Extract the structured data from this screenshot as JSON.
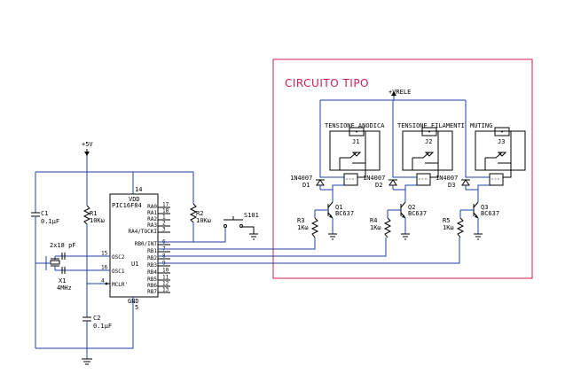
{
  "title": "CIRCUITO TIPO",
  "colors": {
    "wire": "#1f3fa8",
    "frame": "#cc1f4d",
    "component": "#000000"
  },
  "supply": {
    "plus5v": "+5V",
    "vrele": "+VRELE"
  },
  "mcu": {
    "ref": "U1",
    "part": "PIC16F84",
    "vdd": "VDD",
    "gnd": "GND",
    "vdd_pin": "14",
    "gnd_pin": "5",
    "left_pins": [
      {
        "name": "OSC2",
        "num": "15"
      },
      {
        "name": "OSC1",
        "num": "16"
      },
      {
        "name": "MCLR'",
        "num": "4"
      }
    ],
    "right_pins": [
      {
        "name": "RA0",
        "num": "17"
      },
      {
        "name": "RA1",
        "num": "18"
      },
      {
        "name": "RA2",
        "num": "1"
      },
      {
        "name": "RA3",
        "num": "2"
      },
      {
        "name": "RA4/TOCKI",
        "num": "3"
      },
      {
        "name": "RB0/INT",
        "num": "6"
      },
      {
        "name": "RB1",
        "num": "7"
      },
      {
        "name": "RB2",
        "num": "8"
      },
      {
        "name": "RB3",
        "num": "9"
      },
      {
        "name": "RB4",
        "num": "10"
      },
      {
        "name": "RB5",
        "num": "11"
      },
      {
        "name": "RB6",
        "num": "12"
      },
      {
        "name": "RB7",
        "num": "13"
      }
    ]
  },
  "components": {
    "c1": {
      "ref": "C1",
      "value": "0.1µF"
    },
    "c2": {
      "ref": "C2",
      "value": "0.1µF"
    },
    "r1": {
      "ref": "R1",
      "value": "10Kω"
    },
    "r2": {
      "ref": "R2",
      "value": "10Kω"
    },
    "x1": {
      "ref": "X1",
      "value": "4MHz"
    },
    "caps_x": "2x18 pF",
    "s101": "S101"
  },
  "channels": [
    {
      "name": "TENSIONE ANODICA",
      "jack": "J1",
      "diode_part": "1N4007",
      "diode_ref": "D1",
      "res_ref": "R3",
      "res_value": "1Kω",
      "trans_ref": "Q1",
      "trans_part": "BC637"
    },
    {
      "name": "TENSIONE FILAMENTI",
      "jack": "J2",
      "diode_part": "1N4007",
      "diode_ref": "D2",
      "res_ref": "R4",
      "res_value": "1Kω",
      "trans_ref": "Q2",
      "trans_part": "BC637"
    },
    {
      "name": "MUTING",
      "jack": "J3",
      "diode_part": "1N4007",
      "diode_ref": "D3",
      "res_ref": "R5",
      "res_value": "1Kω",
      "trans_ref": "Q3",
      "trans_part": "BC637"
    }
  ]
}
